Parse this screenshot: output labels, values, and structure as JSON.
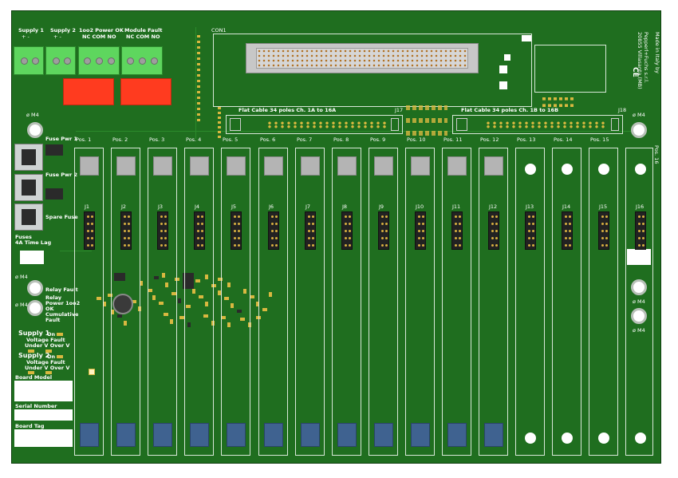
{
  "terminals": {
    "supply1": "Supply 1",
    "supply1_pol": "+    -",
    "supply2": "Supply 2",
    "supply2_pol": "+    -",
    "power_ok": "1oo2 Power OK",
    "power_ok_pins": "NC COM NO",
    "module_fault": "Module Fault",
    "module_fault_pins": "NC COM NO"
  },
  "con1": "CON1",
  "flat_cable_a": "Flat Cable 34 poles    Ch. 1A to 16A",
  "flat_cable_b": "Flat Cable 34 poles    Ch. 1B to 16B",
  "j17": "J17",
  "j18": "J18",
  "mount_label": "ø M4",
  "fuses": {
    "pwr1": "Fuse Pwr 1",
    "pwr2": "Fuse Pwr 2",
    "spare": "Spare Fuse",
    "note_line1": "Fuses",
    "note_line2": "4A Time Lag"
  },
  "indicators": {
    "relay_fault": "Relay Fault",
    "relay_power_1": "Relay",
    "relay_power_2": "Power 1oo2",
    "relay_power_3": "OK",
    "cumulative_1": "Cumulative",
    "cumulative_2": "Fault"
  },
  "supply_status": [
    {
      "title": "Supply 1",
      "on": "On",
      "fault": "Voltage Fault",
      "levels": "Under V  Over V"
    },
    {
      "title": "Supply 2",
      "on": "On",
      "fault": "Voltage Fault",
      "levels": "Under V  Over V"
    }
  ],
  "board_fields": {
    "model": "Board Model",
    "serial": "Serial Number",
    "tag": "Board Tag"
  },
  "maker": {
    "line1": "Made in Italy by",
    "line2": "Pepperl+Fuchs s.r.l.",
    "line3": "20855 Villasanta (MB)",
    "mark": "CE"
  },
  "positions": [
    "Pos. 1",
    "Pos. 2",
    "Pos. 3",
    "Pos. 4",
    "Pos. 5",
    "Pos. 6",
    "Pos. 7",
    "Pos. 8",
    "Pos. 9",
    "Pos. 10",
    "Pos. 11",
    "Pos. 12",
    "Pos. 13",
    "Pos. 14",
    "Pos. 15",
    "Pos. 16"
  ],
  "connectors": [
    "J1",
    "J2",
    "J3",
    "J4",
    "J5",
    "J6",
    "J7",
    "J8",
    "J9",
    "J10",
    "J11",
    "J12",
    "J13",
    "J14",
    "J15",
    "J16"
  ],
  "colors": {
    "pcb": "#1f6e1f",
    "terminal": "#5ed65e",
    "relay": "#ff3b1f",
    "module_top": "#b4b4b4",
    "module_bottom": "#3f6290"
  }
}
